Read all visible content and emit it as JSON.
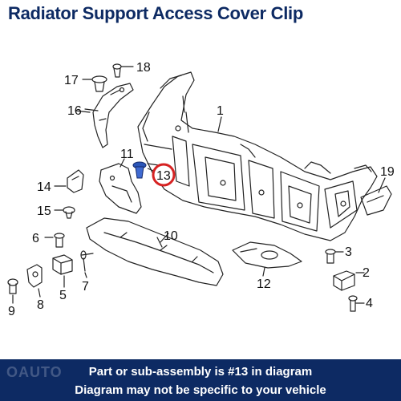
{
  "title": "Radiator Support Access Cover Clip",
  "callouts": [
    "1",
    "2",
    "3",
    "4",
    "5",
    "6",
    "7",
    "8",
    "9",
    "10",
    "11",
    "12",
    "13",
    "14",
    "15",
    "16",
    "17",
    "18",
    "19"
  ],
  "highlighted_part": "13",
  "highlight_color": "#d62222",
  "accent_color": "#0d2a63",
  "footer": {
    "watermark": "OAUTO",
    "line1": "Part or sub-assembly is #13 in diagram",
    "line2": "Diagram may not be specific to your vehicle"
  }
}
